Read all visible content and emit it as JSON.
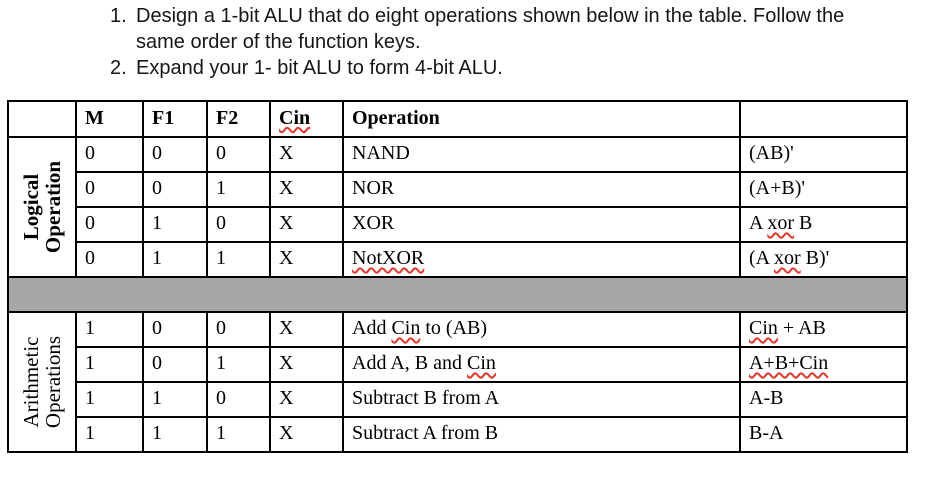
{
  "page": {
    "background": "#ffffff"
  },
  "instructions": [
    {
      "number": "1.",
      "text": "Design a 1-bit ALU that do eight operations shown below in the table. Follow the same order of the function keys."
    },
    {
      "number": "2.",
      "text": "Expand your 1- bit ALU to form 4-bit ALU."
    }
  ],
  "table": {
    "separator_color": "#a6a6a6",
    "squiggle_color": "#e0392b",
    "border_color": "#000000",
    "column_headers": [
      {
        "label": "M",
        "squiggle": false
      },
      {
        "label": "F1",
        "squiggle": false
      },
      {
        "label": "F2",
        "squiggle": false
      },
      {
        "label": "Cin",
        "squiggle": true
      },
      {
        "label": "Operation",
        "squiggle": false
      },
      {
        "label": "",
        "squiggle": false
      }
    ],
    "groups": [
      {
        "label_lines": [
          "Logical",
          "Operation"
        ],
        "bold": true,
        "rows": [
          {
            "m": "0",
            "f1": "0",
            "f2": "0",
            "cin": "X",
            "operation": [
              {
                "text": "NAND",
                "squiggle": false
              }
            ],
            "result": [
              {
                "text": "(AB)'",
                "squiggle": false
              }
            ]
          },
          {
            "m": "0",
            "f1": "0",
            "f2": "1",
            "cin": "X",
            "operation": [
              {
                "text": "NOR",
                "squiggle": false
              }
            ],
            "result": [
              {
                "text": "(A+B)'",
                "squiggle": false
              }
            ]
          },
          {
            "m": "0",
            "f1": "1",
            "f2": "0",
            "cin": "X",
            "operation": [
              {
                "text": "XOR",
                "squiggle": false
              }
            ],
            "result": [
              {
                "text": "A ",
                "squiggle": false
              },
              {
                "text": "xor",
                "squiggle": true
              },
              {
                "text": " B",
                "squiggle": false
              }
            ]
          },
          {
            "m": "0",
            "f1": "1",
            "f2": "1",
            "cin": "X",
            "operation": [
              {
                "text": "NotXOR",
                "squiggle": true
              }
            ],
            "result": [
              {
                "text": "(A ",
                "squiggle": false
              },
              {
                "text": "xor",
                "squiggle": true
              },
              {
                "text": " B)'",
                "squiggle": false
              }
            ]
          }
        ]
      },
      {
        "label_lines": [
          "Arithmetic",
          "Operations"
        ],
        "bold": false,
        "rows": [
          {
            "m": "1",
            "f1": "0",
            "f2": "0",
            "cin": "X",
            "operation": [
              {
                "text": "Add ",
                "squiggle": false
              },
              {
                "text": "Cin",
                "squiggle": true
              },
              {
                "text": " to (AB)",
                "squiggle": false
              }
            ],
            "result": [
              {
                "text": "Cin",
                "squiggle": true
              },
              {
                "text": " + AB",
                "squiggle": false
              }
            ]
          },
          {
            "m": "1",
            "f1": "0",
            "f2": "1",
            "cin": "X",
            "operation": [
              {
                "text": "Add A, B and ",
                "squiggle": false
              },
              {
                "text": "Cin",
                "squiggle": true
              }
            ],
            "result": [
              {
                "text": "A+B+Cin",
                "squiggle": true
              }
            ]
          },
          {
            "m": "1",
            "f1": "1",
            "f2": "0",
            "cin": "X",
            "operation": [
              {
                "text": "Subtract B from A",
                "squiggle": false
              }
            ],
            "result": [
              {
                "text": "A-B",
                "squiggle": false
              }
            ]
          },
          {
            "m": "1",
            "f1": "1",
            "f2": "1",
            "cin": "X",
            "operation": [
              {
                "text": "Subtract A from B",
                "squiggle": false
              }
            ],
            "result": [
              {
                "text": "B-A",
                "squiggle": false
              }
            ]
          }
        ]
      }
    ]
  }
}
